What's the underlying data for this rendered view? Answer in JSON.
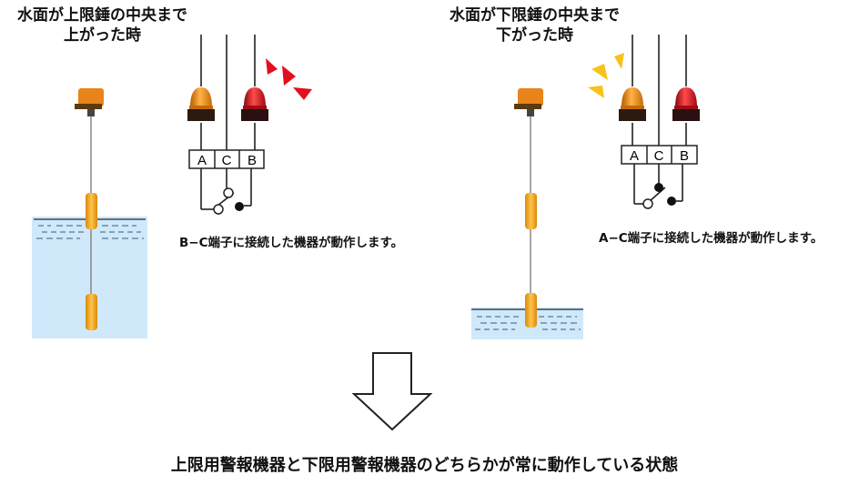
{
  "left_panel": {
    "title_line1": "水面が上限錘の中央まで",
    "title_line2": "上がった時",
    "terminal_a": "A",
    "terminal_c": "C",
    "terminal_b": "B",
    "caption": "B−C端子に接続した機器が動作します。"
  },
  "right_panel": {
    "title_line1": "水面が下限錘の中央まで",
    "title_line2": "下がった時",
    "terminal_a": "A",
    "terminal_c": "C",
    "terminal_b": "B",
    "caption": "A−C端子に接続した機器が動作します。"
  },
  "conclusion": "上限用警報機器と下限用警報機器のどちらかが常に動作している状態",
  "colors": {
    "water": "#cfe9fb",
    "float": "#f0a81c",
    "lamp_orange": "#f08a1a",
    "lamp_red": "#d8121e",
    "flash_red": "#e01020",
    "flash_yellow": "#f7c21a"
  },
  "icons": [
    "float-switch-head-icon",
    "orange-warning-light-icon",
    "red-warning-light-icon",
    "down-arrow-icon"
  ]
}
